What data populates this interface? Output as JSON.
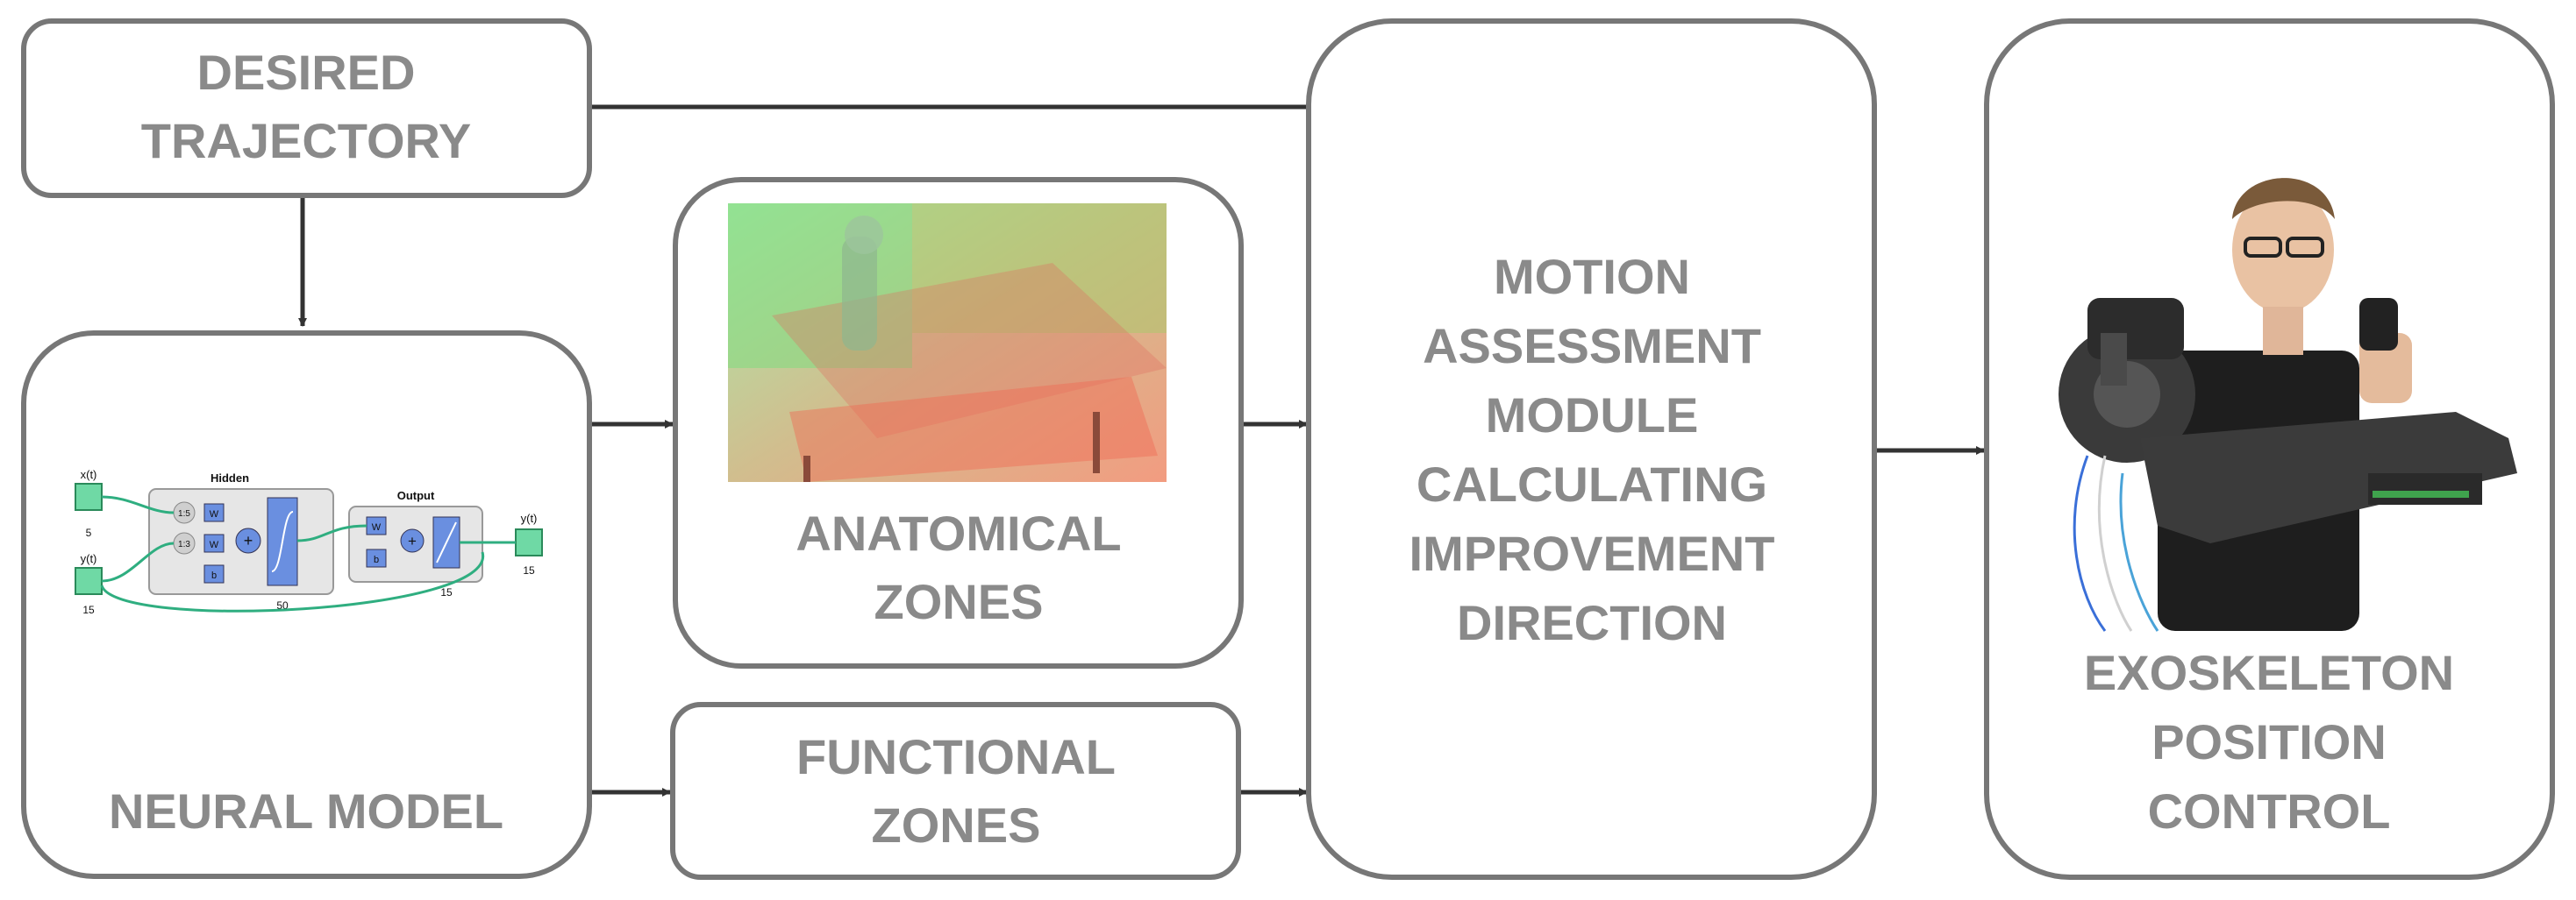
{
  "boxes": {
    "desired_trajectory": {
      "line1": "DESIRED",
      "line2": "TRAJECTORY"
    },
    "neural_model": {
      "label": "NEURAL MODEL"
    },
    "anatomical_zones": {
      "line1": "ANATOMICAL",
      "line2": "ZONES"
    },
    "functional_zones": {
      "line1": "FUNCTIONAL",
      "line2": "ZONES"
    },
    "motion_assessment": {
      "line1": "MOTION",
      "line2": "ASSESSMENT",
      "line3": "MODULE",
      "line4": "CALCULATING",
      "line5": "IMPROVEMENT",
      "line6": "DIRECTION"
    },
    "exoskeleton": {
      "line1": "EXOSKELETON",
      "line2": "POSITION",
      "line3": "CONTROL"
    }
  },
  "neural_net": {
    "input_x": "x(t)",
    "input_x_size": "5",
    "input_y": "y(t)",
    "input_y_size": "15",
    "hidden_title": "Hidden",
    "hidden_size": "50",
    "delay_1": "1:5",
    "delay_2": "1:3",
    "weight": "W",
    "bias": "b",
    "output_title": "Output",
    "output_size": "15",
    "output_y": "y(t)",
    "output_y_size": "15"
  },
  "colors": {
    "box_stroke": "#777777",
    "label": "#8a8a8a",
    "arrow": "#333333"
  }
}
